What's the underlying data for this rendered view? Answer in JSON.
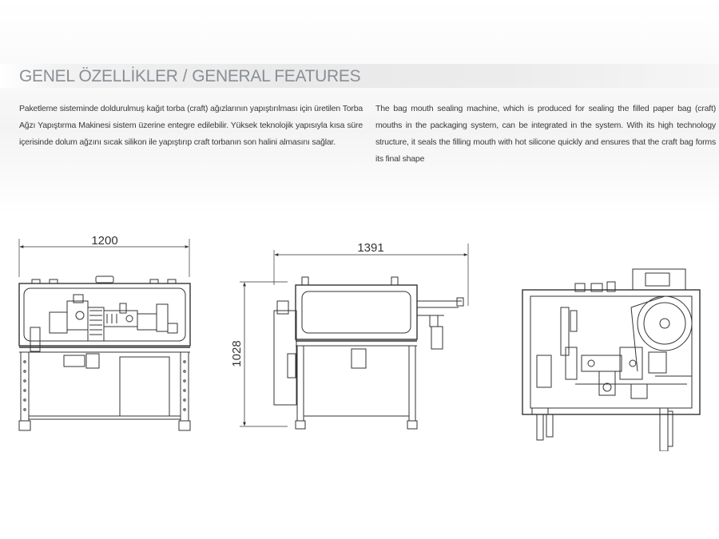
{
  "header": {
    "title_tr": "GENEL ÖZELLİKLER",
    "separator": "/",
    "title_en": "GENERAL FEATURES"
  },
  "description": {
    "tr": "Paketleme sisteminde doldurulmuş kağıt torba (craft) ağızlarının yapıştırılması için üretilen Torba Ağzı Yapıştırma Makinesi sistem üzerine entegre edilebilir. Yüksek teknolojik yapısıyla kısa süre içerisinde dolum ağzını sıcak silikon ile yapıştırıp craft torbanın son halini almasını sağlar.",
    "en": "The bag mouth sealing machine, which is produced for sealing the filled paper bag (craft) mouths in the packaging system, can be integrated in the system. With its high technology structure, it seals the filling mouth with hot silicone quickly and ensures that the craft bag forms its final shape"
  },
  "drawings": {
    "front_view": {
      "width_dimension": "1200",
      "icon": "machine-front-view"
    },
    "side_view": {
      "width_dimension": "1391",
      "height_dimension": "1028",
      "icon": "machine-side-view"
    },
    "top_view": {
      "icon": "machine-top-view"
    }
  },
  "colors": {
    "title": "#8a8f96",
    "text": "#3a3a3a",
    "line": "#333333"
  }
}
